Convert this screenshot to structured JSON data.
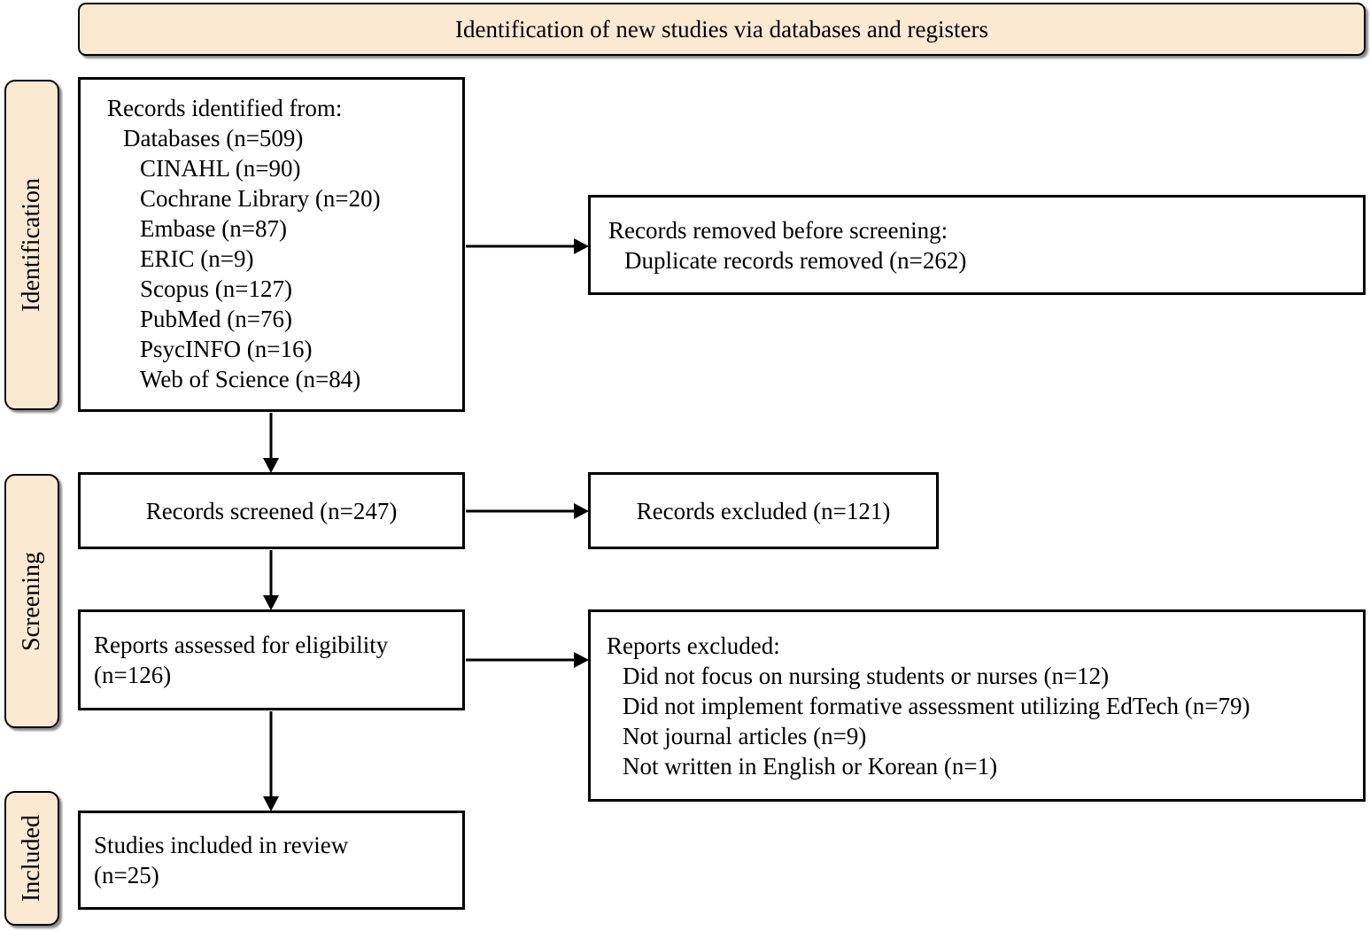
{
  "banner": {
    "title": "Identification of new studies via databases and registers"
  },
  "phases": [
    {
      "id": "identification",
      "label": "Identification"
    },
    {
      "id": "screening",
      "label": "Screening"
    },
    {
      "id": "included",
      "label": "Included"
    }
  ],
  "boxes": {
    "records_identified": {
      "lines": [
        "Records identified from:",
        "Databases (n=509)",
        "CINAHL (n=90)",
        "Cochrane Library (n=20)",
        "Embase (n=87)",
        "ERIC (n=9)",
        "Scopus (n=127)",
        "PubMed (n=76)",
        "PsycINFO (n=16)",
        "Web of Science (n=84)"
      ]
    },
    "records_removed": {
      "lines": [
        "Records removed before screening:",
        "Duplicate records removed (n=262)"
      ]
    },
    "records_screened": {
      "label": "Records screened (n=247)"
    },
    "records_excluded": {
      "label": "Records excluded (n=121)"
    },
    "reports_assessed": {
      "lines": [
        "Reports assessed for eligibility",
        "(n=126)"
      ]
    },
    "reports_excluded": {
      "lines": [
        "Reports excluded:",
        "Did not focus on nursing students or nurses (n=12)",
        "Did not implement formative assessment utilizing EdTech (n=79)",
        "Not journal articles (n=9)",
        "Not written in English or Korean (n=1)"
      ]
    },
    "studies_included": {
      "lines": [
        "Studies included in review",
        "(n=25)"
      ]
    }
  },
  "colors": {
    "phase_fill": "#fce9d2",
    "box_fill": "#ffffff",
    "border": "#000000",
    "text": "#000000",
    "arrow": "#000000"
  }
}
